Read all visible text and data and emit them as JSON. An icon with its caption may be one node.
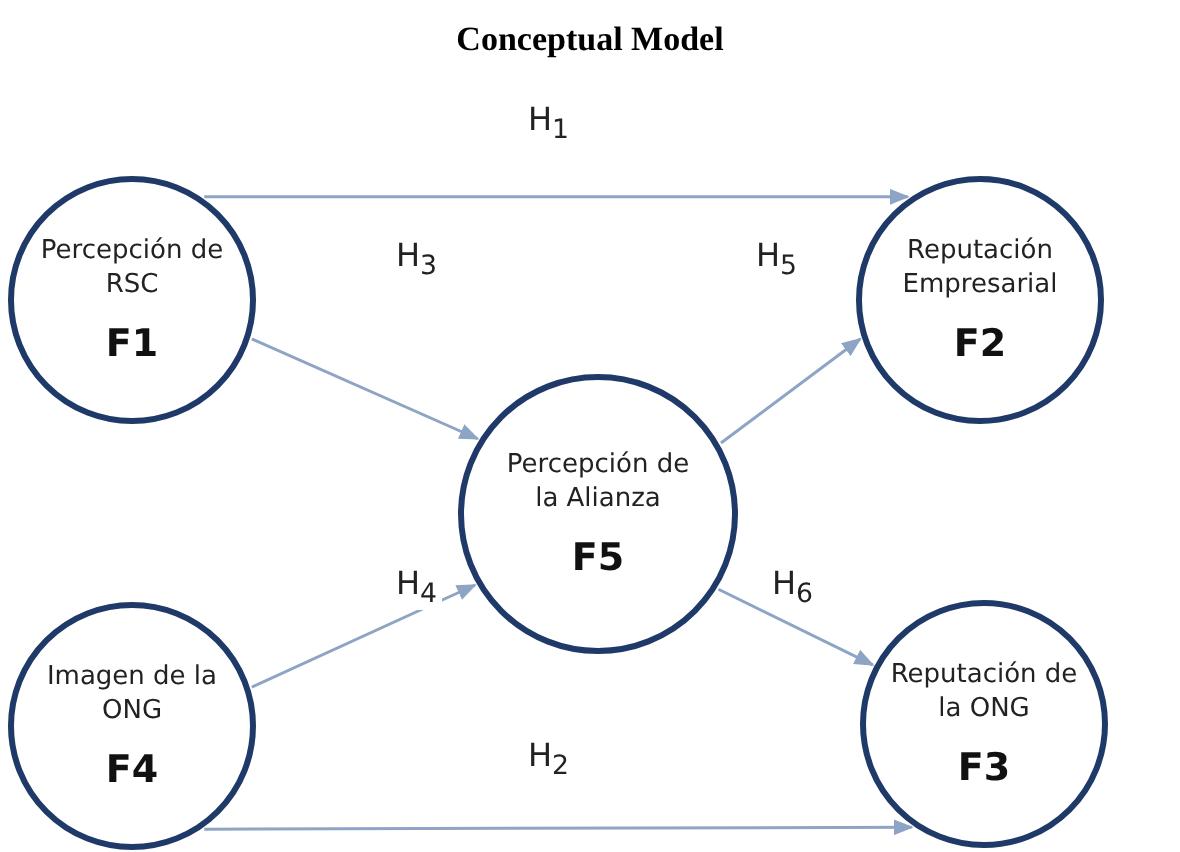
{
  "diagram": {
    "title": "Conceptual Model",
    "nodes": [
      {
        "text": [
          "Percepción de RSC",
          "F1"
        ]
      },
      {
        "text": [
          "Reputación Empresarial",
          "F2"
        ]
      },
      {
        "text": [
          "Percepción de la Alianza",
          "F5"
        ]
      },
      {
        "text": [
          "Imagen de la ONG",
          "F4"
        ]
      },
      {
        "text": [
          "Reputación de la ONG",
          "F3"
        ]
      }
    ],
    "edges": [
      {
        "from": 0,
        "to": 1,
        "arrow": "to",
        "label": "H$_{1}$"
      },
      {
        "from": 0,
        "to": 2,
        "arrow": "to",
        "label": "H$_{3}$"
      },
      {
        "from": 2,
        "to": 1,
        "arrow": "to",
        "label": "H$_{5}$"
      },
      {
        "from": 3,
        "to": 2,
        "arrow": "to",
        "label": "H$_{4}$"
      },
      {
        "from": 2,
        "to": 4,
        "arrow": "to",
        "label": "H$_{6}$"
      },
      {
        "from": 3,
        "to": 4,
        "arrow": "to",
        "label": "H$_{2}$"
      }
    ]
  }
}
